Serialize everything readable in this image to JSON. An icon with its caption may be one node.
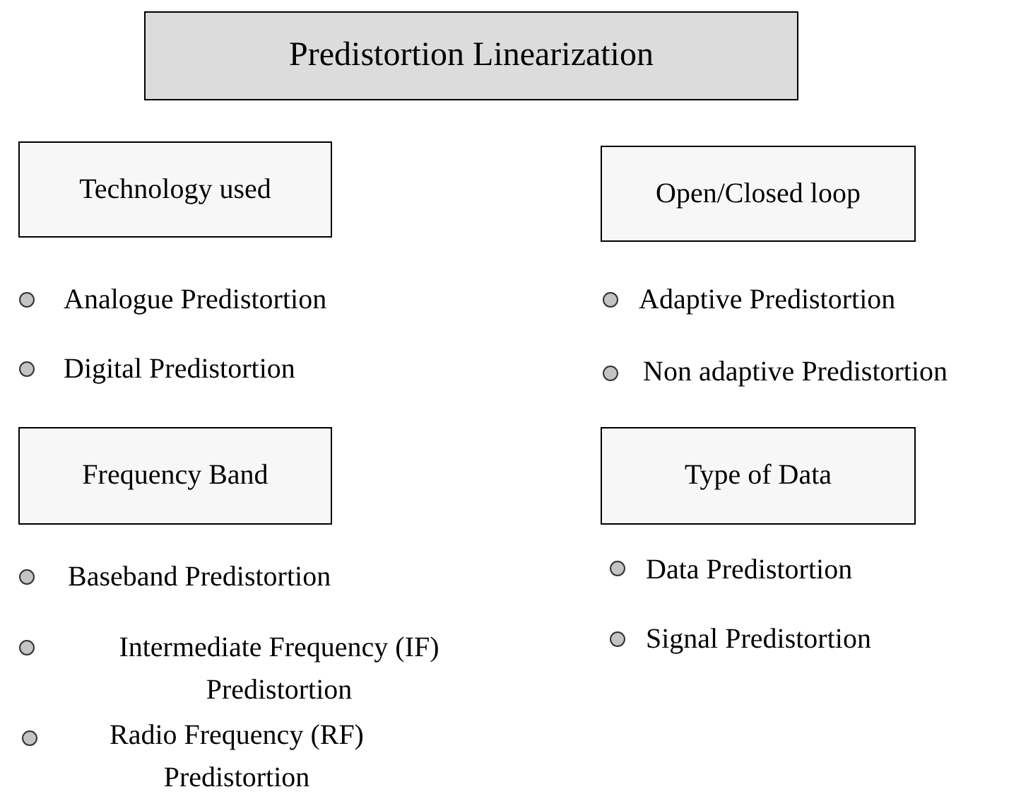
{
  "diagram": {
    "nodes": [
      {
        "text": [
          "Predistortion Linearization"
        ]
      },
      {
        "text": [
          "Technology used"
        ]
      },
      {
        "text": [
          "Open/Closed loop"
        ]
      },
      {
        "text": [
          "Frequency Band"
        ]
      },
      {
        "text": [
          "Type of Data"
        ]
      }
    ],
    "labels": [
      "Analogue Predistortion",
      "Adaptive Predistortion",
      "Digital Predistortion",
      "Non adaptive Predistortion",
      "Baseband Predistortion",
      "Data Predistortion",
      "Intermediate Frequency (IF) Predistortion",
      "Signal Predistortion",
      "Radio Frequency (RF) Predistortion"
    ]
  }
}
